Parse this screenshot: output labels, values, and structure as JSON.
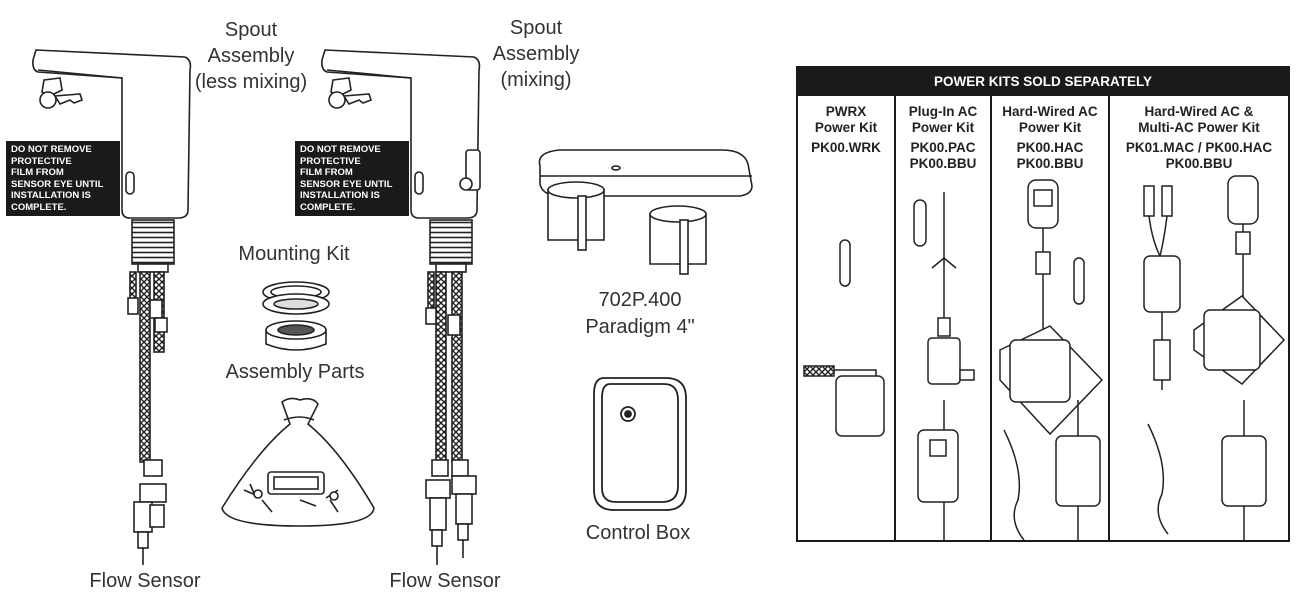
{
  "labels": {
    "spout_less_mixing": [
      "Spout",
      "Assembly",
      "(less mixing)"
    ],
    "spout_mixing": [
      "Spout",
      "Assembly",
      "(mixing)"
    ],
    "mounting_kit": "Mounting Kit",
    "assembly_parts": "Assembly Parts",
    "plate_model": "702P.400",
    "plate_name": "Paradigm 4\"",
    "control_box": "Control Box",
    "flow_sensor_1": "Flow Sensor",
    "flow_sensor_2": "Flow Sensor"
  },
  "warning": [
    "DO NOT REMOVE",
    "PROTECTIVE",
    "FILM FROM",
    "SENSOR EYE UNTIL",
    "INSTALLATION IS",
    "COMPLETE."
  ],
  "power_kits": {
    "title": "POWER KITS SOLD SEPARATELY",
    "columns": [
      {
        "head": [
          "PWRX",
          "Power Kit"
        ],
        "codes": [
          "PK00.WRK"
        ]
      },
      {
        "head": [
          "Plug-In AC",
          "Power Kit"
        ],
        "codes": [
          "PK00.PAC",
          "PK00.BBU"
        ]
      },
      {
        "head": [
          "Hard-Wired AC",
          "Power Kit"
        ],
        "codes": [
          "PK00.HAC",
          "PK00.BBU"
        ]
      },
      {
        "head": [
          "Hard-Wired AC &",
          "Multi-AC Power Kit"
        ],
        "codes": [
          "PK01.MAC / PK00.HAC",
          "PK00.BBU"
        ]
      }
    ]
  }
}
